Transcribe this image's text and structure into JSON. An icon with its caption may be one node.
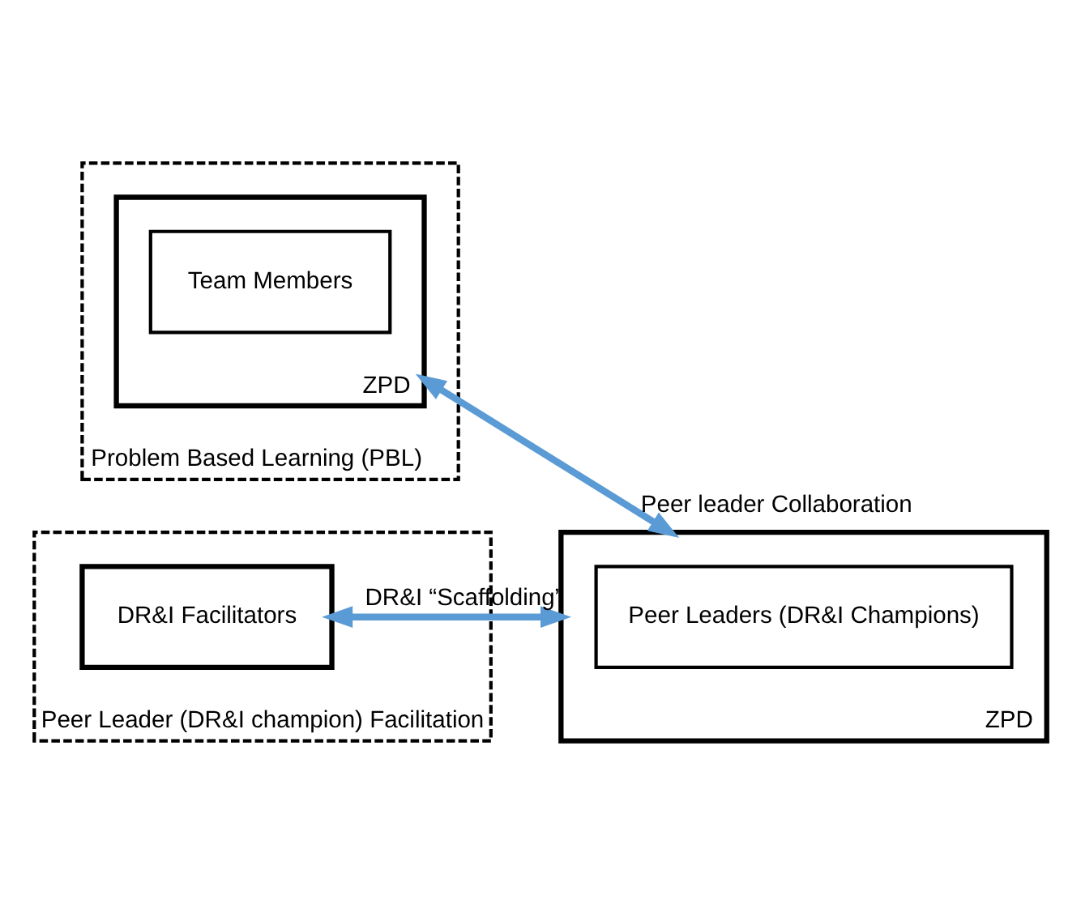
{
  "diagram": {
    "nodes": [
      {
        "text": [
          "Problem Based Learning (PBL)"
        ]
      },
      {
        "text": [
          "ZPD"
        ],
        "in": 0
      },
      {
        "text": [
          "Team Members"
        ],
        "in": 1
      },
      {
        "text": [
          "Peer Leader (DR&I champion) Facilitation"
        ]
      },
      {
        "text": [
          "ZPD"
        ]
      },
      {
        "text": [
          "Peer Leaders (DR&I Champions)"
        ],
        "in": 4
      },
      {
        "text": [
          "DR&I Facilitators"
        ],
        "in": 3
      }
    ],
    "edges": [
      {
        "from": 1,
        "to": 4,
        "arrow": "both",
        "label": "Peer leader Collaboration"
      },
      {
        "from": 4,
        "to": 6,
        "arrow": "both",
        "label": "DR&I “Scaffolding”"
      }
    ]
  }
}
